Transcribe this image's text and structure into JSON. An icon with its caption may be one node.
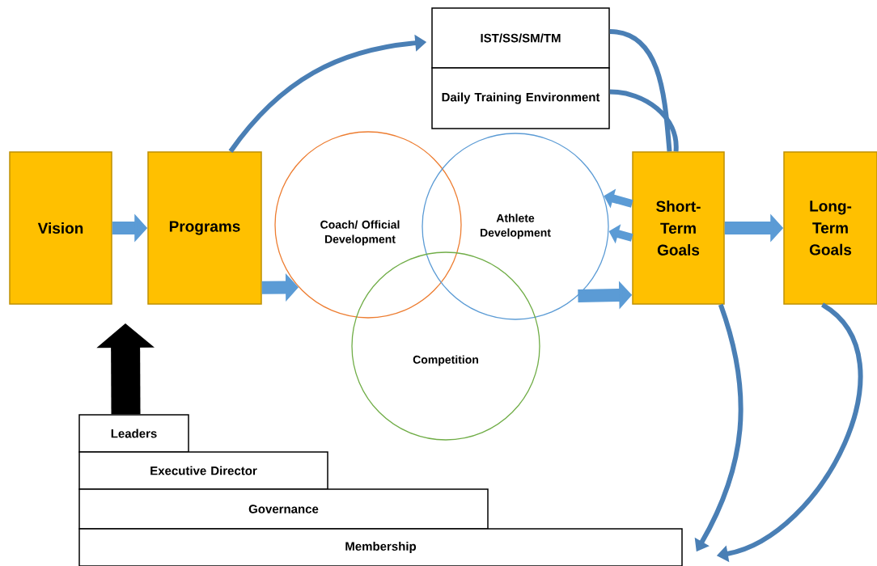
{
  "diagram": {
    "nodes": [
      {
        "text": [
          "Vision"
        ]
      },
      {
        "text": [
          "Programs"
        ]
      },
      {
        "text": [
          "IST/SS/SM/TM"
        ]
      },
      {
        "text": [
          "Daily Training Environment"
        ]
      },
      {
        "text": [
          "Coach/ Official Development"
        ]
      },
      {
        "text": [
          "Athlete Development"
        ]
      },
      {
        "text": [
          "Competition"
        ]
      },
      {
        "text": [
          "Short-Term Goals"
        ]
      },
      {
        "text": [
          "Long-Term Goals"
        ]
      },
      {
        "text": [
          "Leaders"
        ]
      },
      {
        "text": [
          "Executive Director"
        ]
      },
      {
        "text": [
          "Governance"
        ]
      },
      {
        "text": [
          "Membership"
        ]
      }
    ],
    "edges": [
      {
        "from": 0,
        "to": 1,
        "arrow": "to"
      },
      {
        "from": 1,
        "to": 4,
        "arrow": "to"
      },
      {
        "from": 1,
        "to": 2,
        "arrow": "to",
        "color": "#4a7fb5"
      },
      {
        "from": 2,
        "to": 7,
        "arrow": "none",
        "color": "#4a7fb5"
      },
      {
        "from": 3,
        "to": 7,
        "arrow": "none",
        "color": "#4a7fb5"
      },
      {
        "from": 7,
        "to": 5,
        "arrow": "to"
      },
      {
        "from": 7,
        "to": 5,
        "arrow": "to"
      },
      {
        "from": 5,
        "to": 7,
        "arrow": "to"
      },
      {
        "from": 7,
        "to": 8,
        "arrow": "to"
      },
      {
        "from": 7,
        "to": 12,
        "arrow": "to",
        "color": "#4a7fb5"
      },
      {
        "from": 8,
        "to": 12,
        "arrow": "to",
        "color": "#4a7fb5"
      },
      {
        "from": 9,
        "to": null,
        "arrow": "to",
        "style": "thick",
        "color": "#000000"
      }
    ]
  }
}
